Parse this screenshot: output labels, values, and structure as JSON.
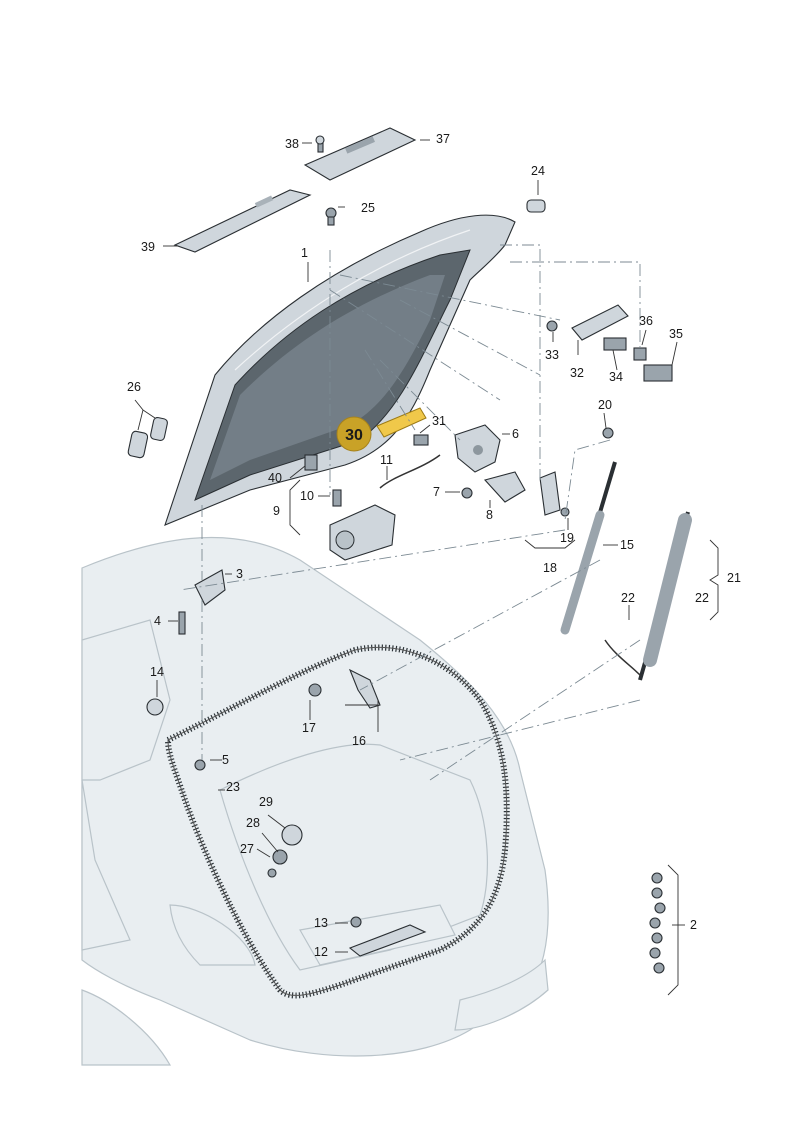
{
  "highlight": {
    "part_number": "30",
    "color": "#c9a227"
  },
  "callouts": [
    "1",
    "2",
    "3",
    "4",
    "5",
    "6",
    "7",
    "8",
    "9",
    "10",
    "11",
    "12",
    "13",
    "14",
    "15",
    "16",
    "17",
    "18",
    "19",
    "21",
    "22",
    "22",
    "23",
    "24",
    "25",
    "26",
    "27",
    "28",
    "29",
    "31",
    "32",
    "33",
    "34",
    "35",
    "36",
    "37",
    "38",
    "39",
    "40"
  ]
}
